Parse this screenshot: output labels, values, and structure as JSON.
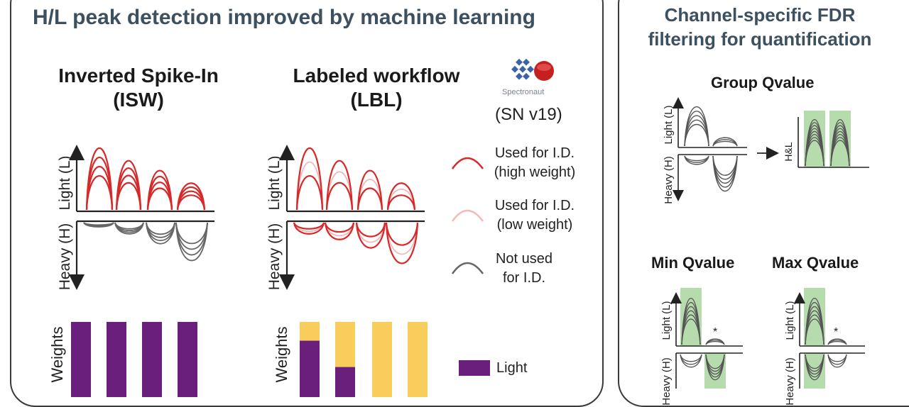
{
  "left_panel": {
    "title": "H/L peak detection improved by machine learning",
    "isw": {
      "title_line1": "Inverted Spike-In",
      "title_line2": "(ISW)"
    },
    "lbl": {
      "title_line1": "Labeled workflow",
      "title_line2": "(LBL)"
    },
    "software": {
      "logo_text": "Spectronaut",
      "version": "(SN v19)"
    },
    "axis": {
      "light": "Light (L)",
      "heavy": "Heavy (H)",
      "weights": "Weights"
    },
    "legend": {
      "high_line1": "Used for I.D.",
      "high_line2": "(high weight)",
      "low_line1": "Used for I.D.",
      "low_line2": "(low weight)",
      "not_line1": "Not used",
      "not_line2": "for I.D.",
      "light_bar": "Light"
    },
    "weights_isw": [
      1.0,
      1.0,
      1.0,
      1.0
    ],
    "weights_lbl": [
      0.75,
      0.4,
      0.0,
      0.0
    ],
    "colors": {
      "red": "#d62a2a",
      "pink": "#f4b8b8",
      "gray": "#666666",
      "purple": "#6b1f7d",
      "yellow": "#f8cd5c"
    }
  },
  "right_panel": {
    "title_line1": "Channel-specific FDR",
    "title_line2": "filtering for quantification",
    "group_title": "Group Qvalue",
    "min_title": "Min Qvalue",
    "max_title": "Max Qvalue",
    "axis": {
      "light": "Light (L)",
      "heavy": "Heavy (H)",
      "hl": "H&L"
    },
    "asterisk": "*",
    "colors": {
      "green": "#b6dcae",
      "gray": "#555555"
    }
  }
}
